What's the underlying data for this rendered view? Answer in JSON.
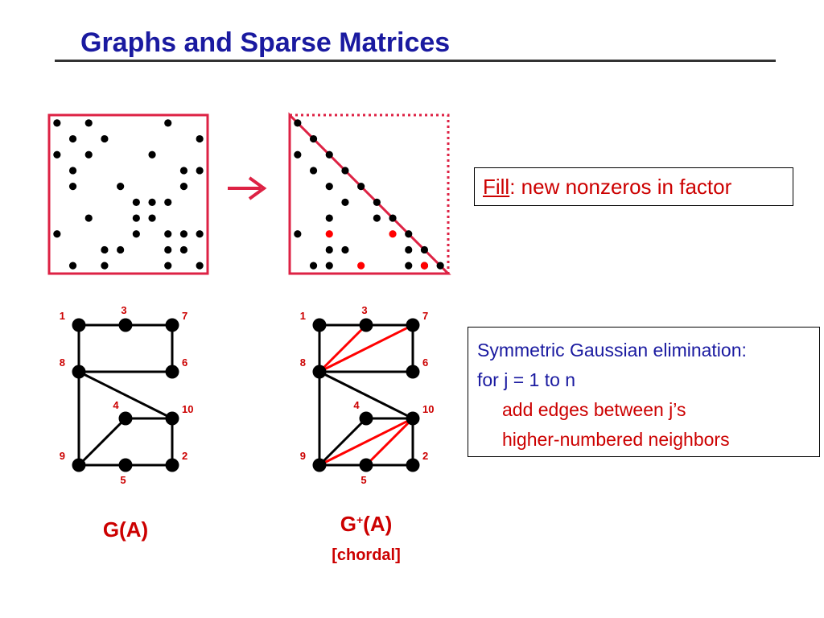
{
  "title": "Graphs and Sparse Matrices",
  "fill_note": {
    "term": "Fill",
    "rest": ": new nonzeros in factor"
  },
  "algorithm": {
    "line1": "Symmetric Gaussian elimination:",
    "line2": "for j = 1 to n",
    "line3": "add edges between j’s",
    "line4": "higher-numbered neighbors"
  },
  "captions": {
    "original_graph": "G(A)",
    "filled_graph_main": "G",
    "filled_graph_sup": "+",
    "filled_graph_arg": "(A)",
    "filled_graph_note": "[chordal]"
  },
  "arrow": "arrow-right-icon",
  "colors": {
    "title": "#1a1aa0",
    "accent": "#cc0000",
    "fill_entry": "#ff0000",
    "frame": "#dd2244",
    "text_blue": "#1a1aa0"
  },
  "matrix": {
    "size": 10,
    "original_nonzeros": [
      [
        1,
        1
      ],
      [
        1,
        3
      ],
      [
        1,
        8
      ],
      [
        2,
        2
      ],
      [
        2,
        4
      ],
      [
        2,
        10
      ],
      [
        3,
        1
      ],
      [
        3,
        3
      ],
      [
        3,
        7
      ],
      [
        4,
        2
      ],
      [
        4,
        9
      ],
      [
        4,
        10
      ],
      [
        5,
        2
      ],
      [
        5,
        5
      ],
      [
        5,
        9
      ],
      [
        6,
        6
      ],
      [
        6,
        7
      ],
      [
        6,
        8
      ],
      [
        7,
        3
      ],
      [
        7,
        6
      ],
      [
        7,
        7
      ],
      [
        8,
        1
      ],
      [
        8,
        6
      ],
      [
        8,
        8
      ],
      [
        8,
        9
      ],
      [
        8,
        10
      ],
      [
        9,
        4
      ],
      [
        9,
        5
      ],
      [
        9,
        8
      ],
      [
        9,
        9
      ],
      [
        10,
        2
      ],
      [
        10,
        4
      ],
      [
        10,
        8
      ],
      [
        10,
        10
      ]
    ],
    "factor_nonzeros": [
      [
        1,
        1
      ],
      [
        2,
        2
      ],
      [
        3,
        1
      ],
      [
        3,
        3
      ],
      [
        4,
        2
      ],
      [
        4,
        4
      ],
      [
        5,
        3
      ],
      [
        5,
        5
      ],
      [
        6,
        4
      ],
      [
        6,
        6
      ],
      [
        7,
        3
      ],
      [
        7,
        6
      ],
      [
        7,
        7
      ],
      [
        8,
        1
      ],
      [
        8,
        8
      ],
      [
        9,
        3
      ],
      [
        9,
        4
      ],
      [
        9,
        8
      ],
      [
        9,
        9
      ],
      [
        10,
        2
      ],
      [
        10,
        3
      ],
      [
        10,
        8
      ],
      [
        10,
        9
      ],
      [
        10,
        10
      ]
    ],
    "fill_entries": [
      [
        8,
        3
      ],
      [
        8,
        7
      ],
      [
        10,
        5
      ],
      [
        10,
        9
      ]
    ]
  },
  "graph": {
    "vertices": [
      {
        "id": "1",
        "col": 0,
        "row": 0,
        "label_pos": "left"
      },
      {
        "id": "3",
        "col": 1,
        "row": 0,
        "label_pos": "top"
      },
      {
        "id": "7",
        "col": 2,
        "row": 0,
        "label_pos": "right"
      },
      {
        "id": "8",
        "col": 0,
        "row": 1,
        "label_pos": "left"
      },
      {
        "id": "6",
        "col": 2,
        "row": 1,
        "label_pos": "right"
      },
      {
        "id": "4",
        "col": 1,
        "row": 2,
        "label_pos": "topleft"
      },
      {
        "id": "10",
        "col": 2,
        "row": 2,
        "label_pos": "right"
      },
      {
        "id": "9",
        "col": 0,
        "row": 3,
        "label_pos": "left"
      },
      {
        "id": "5",
        "col": 1,
        "row": 3,
        "label_pos": "bottom"
      },
      {
        "id": "2",
        "col": 2,
        "row": 3,
        "label_pos": "right"
      }
    ],
    "edges": [
      [
        "1",
        "3"
      ],
      [
        "3",
        "7"
      ],
      [
        "7",
        "6"
      ],
      [
        "8",
        "6"
      ],
      [
        "1",
        "8"
      ],
      [
        "8",
        "9"
      ],
      [
        "8",
        "10"
      ],
      [
        "4",
        "10"
      ],
      [
        "4",
        "9"
      ],
      [
        "9",
        "5"
      ],
      [
        "5",
        "2"
      ],
      [
        "10",
        "2"
      ]
    ],
    "fill_edges": [
      [
        "8",
        "3"
      ],
      [
        "8",
        "7"
      ],
      [
        "9",
        "10"
      ],
      [
        "5",
        "10"
      ]
    ]
  }
}
